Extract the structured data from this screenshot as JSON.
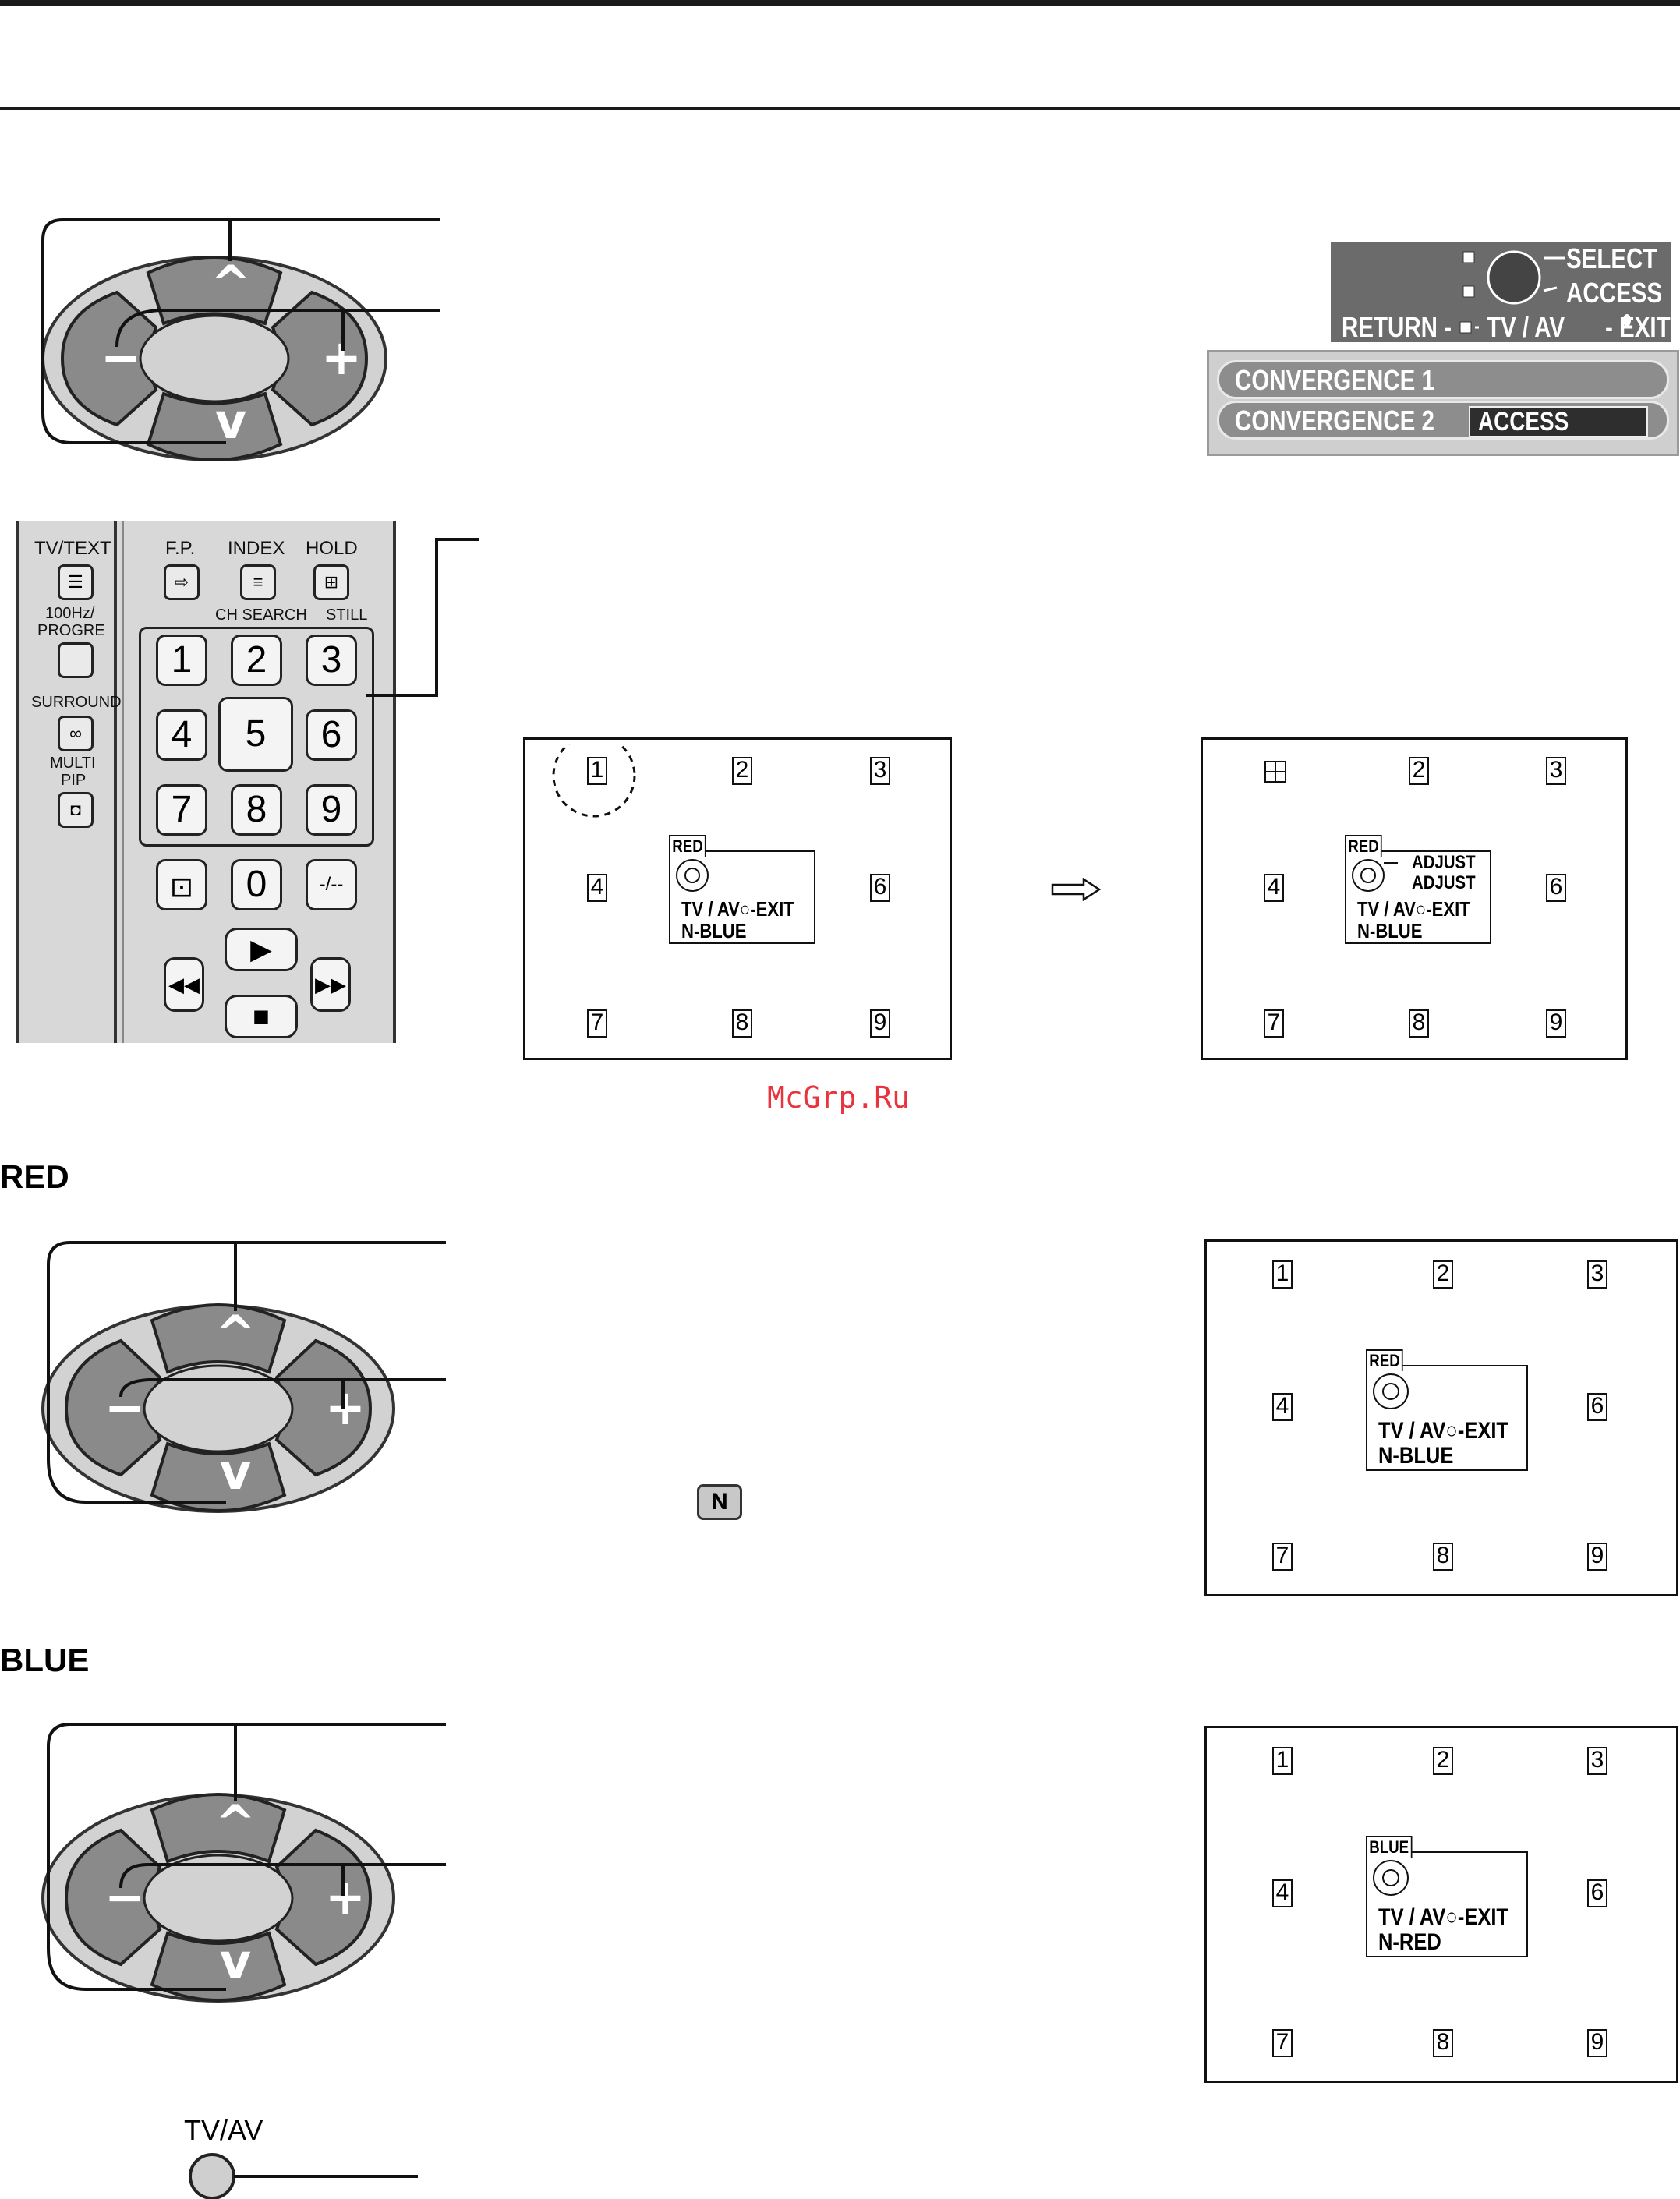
{
  "headings": {
    "red": "RED",
    "blue": "BLUE"
  },
  "watermark": "McGrp.Ru",
  "osd": {
    "select_label": "SELECT",
    "access_label": "ACCESS",
    "return_label": "RETURN -",
    "tvav_label": "TV / AV",
    "exit_label": "- EXIT",
    "menu_items": [
      "CONVERGENCE  1",
      "CONVERGENCE  2"
    ],
    "access_badge": "ACCESS"
  },
  "remote": {
    "labels": {
      "tv_text": "TV/TEXT",
      "hz": "100Hz/",
      "progre": "PROGRE",
      "surround": "SURROUND",
      "multi": "MULTI",
      "pip": "PIP",
      "fp": "F.P.",
      "index": "INDEX",
      "hold": "HOLD",
      "ch_search": "CH SEARCH",
      "still": "STILL"
    },
    "keys": [
      "1",
      "2",
      "3",
      "4",
      "5",
      "6",
      "7",
      "8",
      "9"
    ],
    "zero": "0",
    "dash": "-/--",
    "play_icon": "play-icon",
    "stop_icon": "stop-icon"
  },
  "screen_numbers": [
    "1",
    "2",
    "3",
    "4",
    "6",
    "7",
    "8",
    "9"
  ],
  "osd_lines": {
    "red_tag": "RED",
    "blue_tag": "BLUE",
    "tvav_exit": "TV / AV○-EXIT",
    "n_blue": "N-BLUE",
    "n_red": "N-RED",
    "adjust": "ADJUST"
  },
  "n_button": "N",
  "tvav_button": "TV/AV",
  "colors": {
    "osd_dark": "#6b6b6b",
    "pad_grey": "#8a8a8a",
    "watermark": "#e8343f"
  }
}
